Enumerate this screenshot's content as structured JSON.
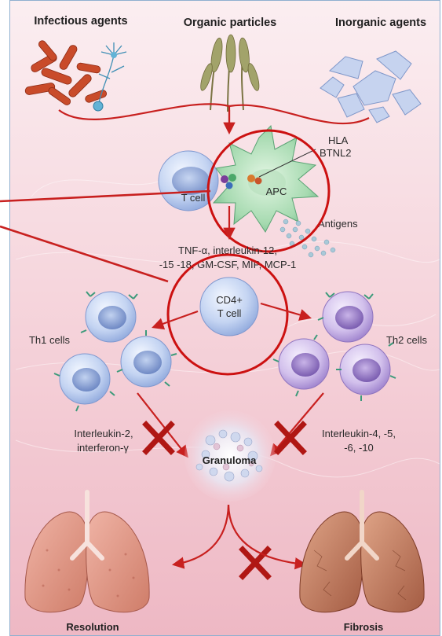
{
  "headers": {
    "infectious": "Infectious agents",
    "organic": "Organic particles",
    "inorganic": "Inorganic agents"
  },
  "labels": {
    "hla": "HLA",
    "btnl2": "BTNL2",
    "tcell": "T cell",
    "apc": "APC",
    "antigens": "Antigens",
    "cytokines_line1": "TNF-α, interleukin-12,",
    "cytokines_line2": "-15 -18, GM-CSF, MIP, MCP-1",
    "cd4_line1": "CD4+",
    "cd4_line2": "T cell",
    "th1": "Th1 cells",
    "th2": "Th2 cells",
    "il_left_line1": "Interleukin-2,",
    "il_left_line2": "interferon-γ",
    "il_right_line1": "Interleukin-4, -5,",
    "il_right_line2": "-6, -10",
    "granuloma": "Granuloma",
    "resolution": "Resolution",
    "fibrosis": "Fibrosis"
  },
  "colors": {
    "arrow": "#c8201f",
    "cross": "#b01714",
    "highlight_circle": "#cc1111",
    "cell_blue": "#9fb7e6",
    "cell_purple": "#b49ad6",
    "apc_green": "#9fd6a8",
    "lung_left": "#d9826f",
    "lung_right": "#b66a4f"
  }
}
